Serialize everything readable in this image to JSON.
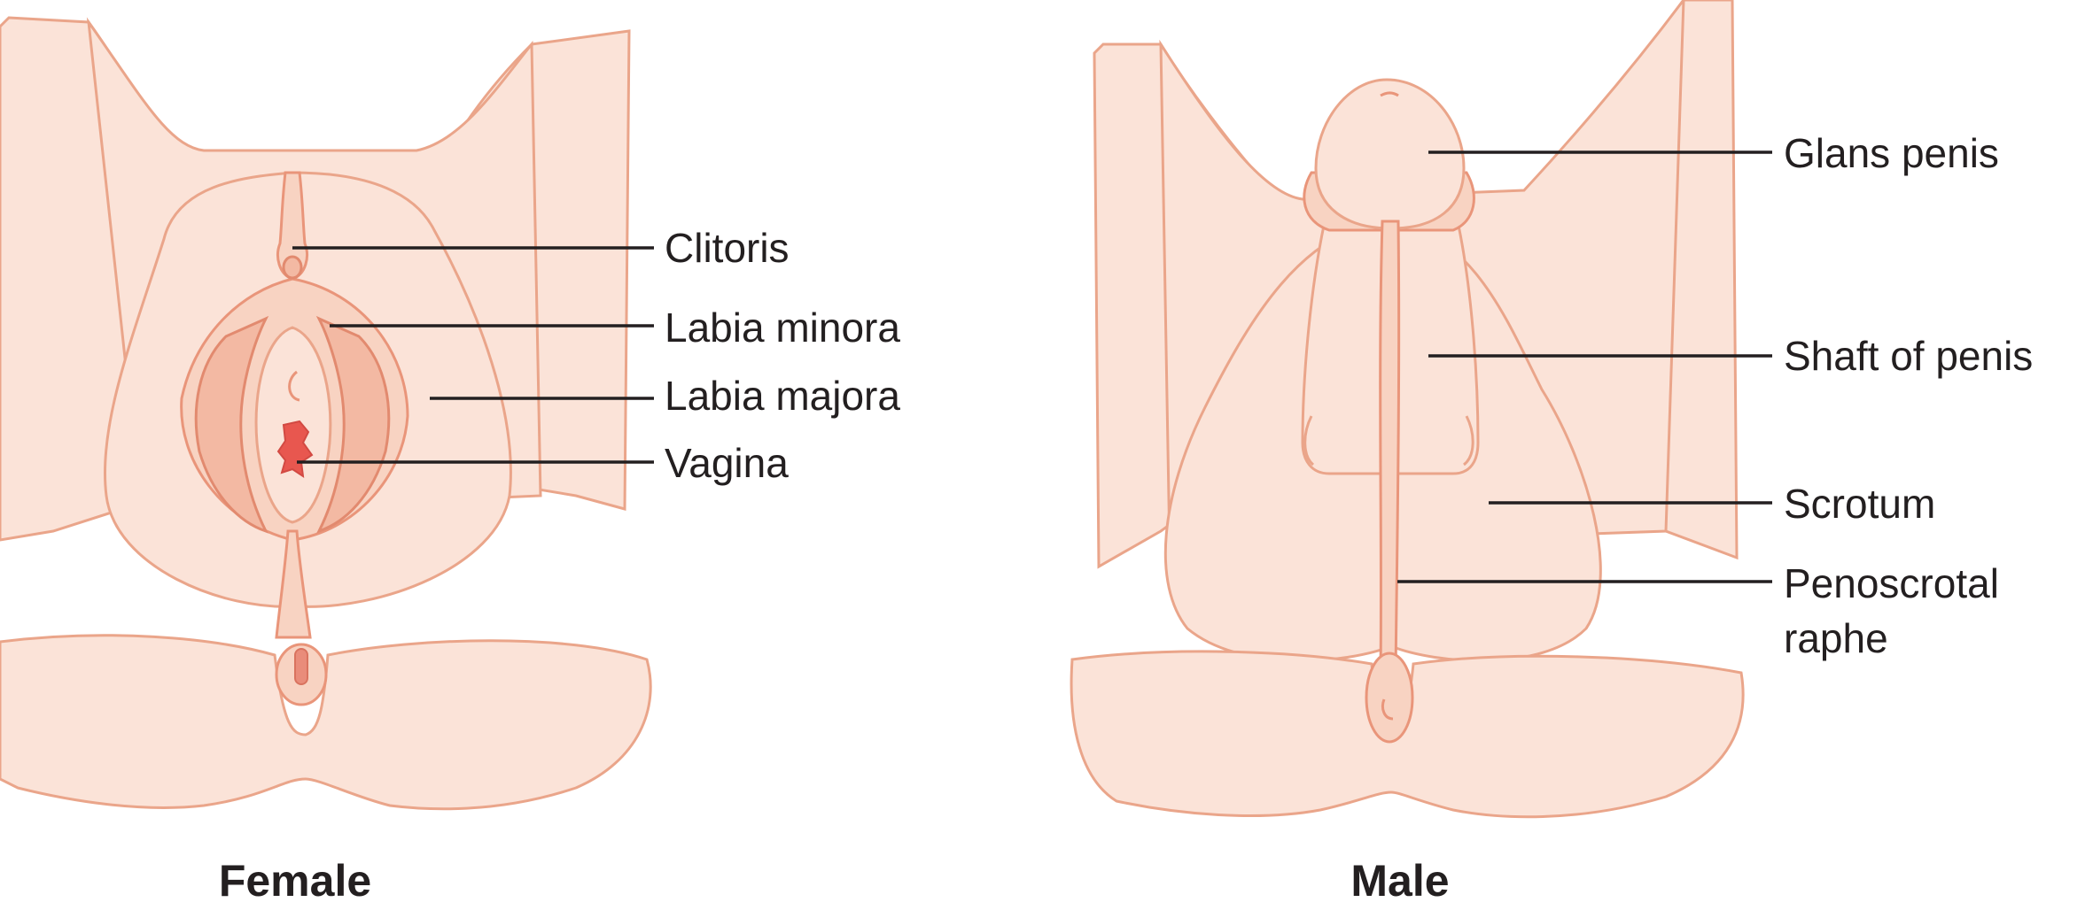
{
  "female": {
    "caption": "Female",
    "labels": {
      "clitoris": "Clitoris",
      "labia_minora": "Labia minora",
      "labia_majora": "Labia majora",
      "vagina": "Vagina"
    }
  },
  "male": {
    "caption": "Male",
    "labels": {
      "glans_penis": "Glans penis",
      "shaft_of_penis": "Shaft of penis",
      "scrotum": "Scrotum",
      "penoscrotal_raphe_line1": "Penoscrotal",
      "penoscrotal_raphe_line2": "raphe"
    }
  },
  "colors": {
    "skin_light": "#fbe3d8",
    "skin_mid": "#f8d3c2",
    "skin_deep": "#f3b9a3",
    "outline": "#eaa58a",
    "vagina_red": "#e8574f",
    "text": "#231f20"
  }
}
